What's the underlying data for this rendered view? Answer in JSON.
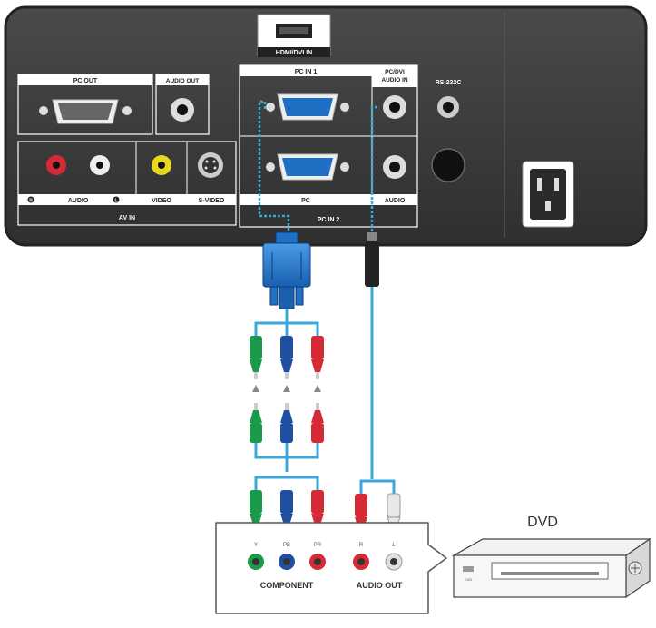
{
  "panel": {
    "hdmi_label": "HDMI/DVI IN",
    "pc_out": "PC OUT",
    "audio_out_top": "AUDIO OUT",
    "pc_in1": "PC IN 1",
    "pc_dvi_audio_line1": "PC/DVI",
    "pc_dvi_audio_line2": "AUDIO IN",
    "rs232c": "RS-232C",
    "audio_lr": "AUDIO",
    "left_marker": "L",
    "right_marker": "R",
    "video": "VIDEO",
    "s_video": "S-VIDEO",
    "av_in": "AV IN",
    "pc": "PC",
    "audio": "AUDIO",
    "pc_in2": "PC IN 2"
  },
  "source": {
    "jack_y": "Y",
    "jack_pb": "PB",
    "jack_pr": "PR",
    "jack_r": "R",
    "jack_l": "L",
    "component": "COMPONENT",
    "audio_out": "AUDIO OUT"
  },
  "dvd": {
    "label": "DVD",
    "logo": "DVD"
  },
  "colors": {
    "panel": "#3b3b3b",
    "cable": "#3aa8d8",
    "vga_blue": "#1f6fc4",
    "green": "#1a9a4a",
    "blue": "#1f4fa0",
    "red": "#d42a35"
  }
}
